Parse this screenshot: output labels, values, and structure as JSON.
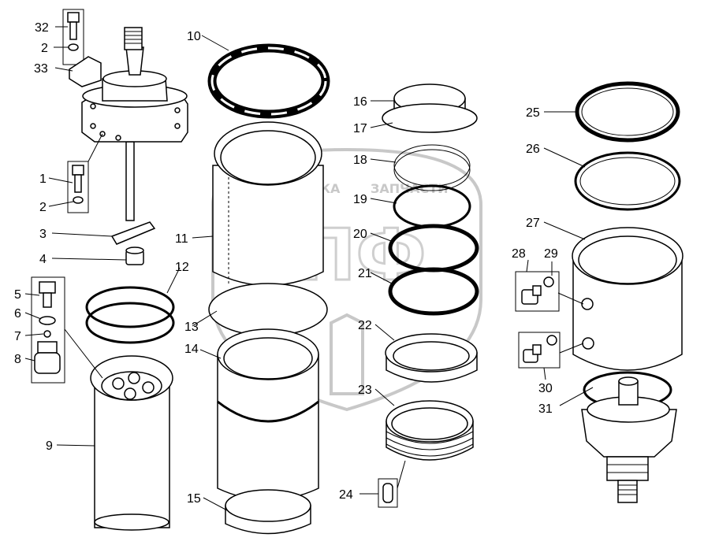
{
  "watermark": {
    "left": "ТЕХНИКА",
    "right": "ЗАПЧАСТИ",
    "logo": "ЭПФ"
  },
  "callouts": [
    "32",
    "2",
    "33",
    "1",
    "2",
    "3",
    "4",
    "5",
    "6",
    "7",
    "8",
    "9",
    "10",
    "11",
    "12",
    "13",
    "14",
    "15",
    "16",
    "17",
    "18",
    "19",
    "20",
    "21",
    "22",
    "23",
    "24",
    "25",
    "26",
    "27",
    "28",
    "29",
    "30",
    "31"
  ]
}
